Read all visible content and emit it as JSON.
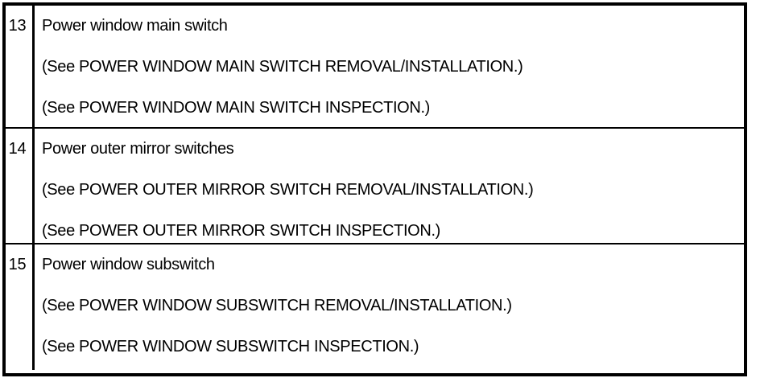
{
  "document": {
    "type": "service-manual-reference-table",
    "border_color": "#000000",
    "background_color": "#ffffff",
    "text_color": "#000000"
  },
  "table": {
    "columns": [
      "no",
      "description"
    ],
    "rows": [
      {
        "no": "13",
        "title": "Power window main switch",
        "references": [
          "(See POWER WINDOW MAIN SWITCH REMOVAL/INSTALLATION.)",
          "(See POWER WINDOW MAIN SWITCH INSPECTION.)"
        ]
      },
      {
        "no": "14",
        "title": "Power outer mirror switches",
        "references": [
          "(See POWER OUTER MIRROR SWITCH REMOVAL/INSTALLATION.)",
          "(See POWER OUTER MIRROR SWITCH INSPECTION.)"
        ]
      },
      {
        "no": "15",
        "title": "Power window subswitch",
        "references": [
          "(See POWER WINDOW SUBSWITCH REMOVAL/INSTALLATION.)",
          "(See POWER WINDOW SUBSWITCH INSPECTION.)"
        ]
      }
    ]
  }
}
